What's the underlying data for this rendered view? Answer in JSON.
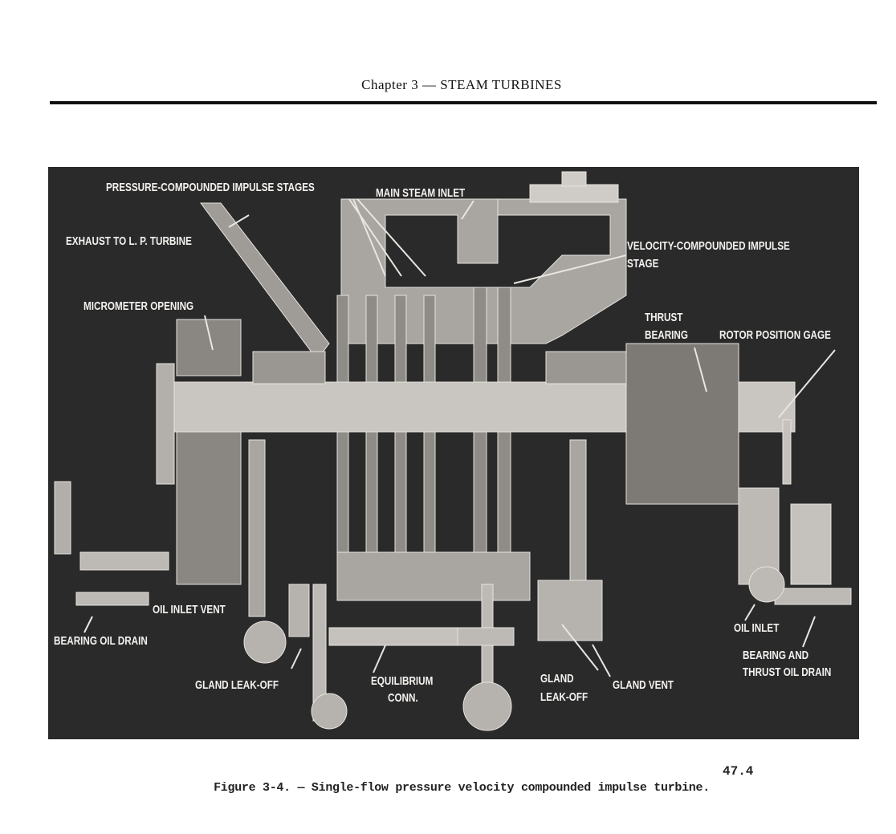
{
  "header": {
    "title": "Chapter 3 — STEAM TURBINES"
  },
  "figure": {
    "labels": {
      "pressure_stages": "PRESSURE-COMPOUNDED IMPULSE STAGES",
      "main_steam_inlet": "MAIN STEAM INLET",
      "exhaust": "EXHAUST TO L. P. TURBINE",
      "velocity_stage_1": "VELOCITY-COMPOUNDED IMPULSE",
      "velocity_stage_2": "STAGE",
      "micrometer": "MICROMETER OPENING",
      "thrust_1": "THRUST",
      "thrust_2": "BEARING",
      "rotor_gage": "ROTOR POSITION GAGE",
      "oil_inlet_vent": "OIL INLET   VENT",
      "bearing_oil_drain": "BEARING OIL DRAIN",
      "oil_inlet": "OIL INLET",
      "bearing_thrust_1": "BEARING AND",
      "bearing_thrust_2": "THRUST OIL DRAIN",
      "gland_leakoff_left": "GLAND LEAK-OFF",
      "equilibrium_1": "EQUILIBRIUM",
      "equilibrium_2": "CONN.",
      "gland_leakoff_right_1": "GLAND",
      "gland_leakoff_right_2": "LEAK-OFF",
      "gland_vent": "GLAND VENT"
    },
    "number": "47.4",
    "caption": "Figure 3-4. — Single-flow pressure velocity compounded impulse turbine."
  }
}
